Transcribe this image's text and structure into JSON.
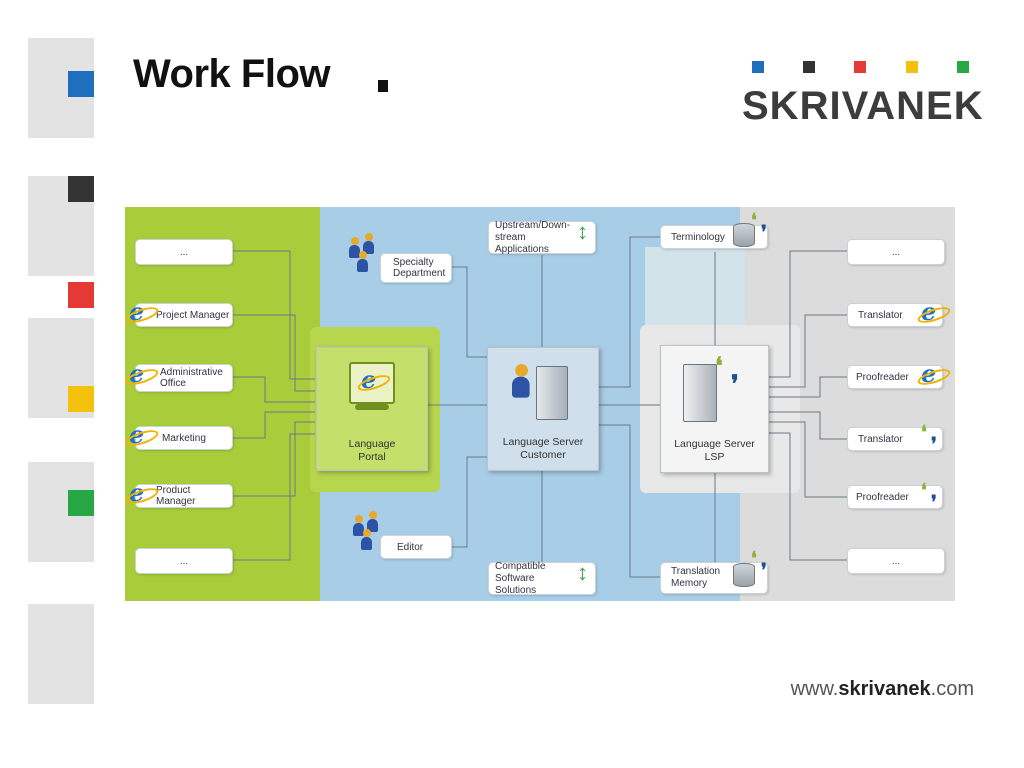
{
  "title": "Work Flow",
  "logo": {
    "text": "SKRIVANEK",
    "squares": [
      "#1f6fbf",
      "#333333",
      "#e53935",
      "#f4c20d",
      "#27a844"
    ]
  },
  "footer": {
    "prefix": "www.",
    "brand": "skrivanek",
    "suffix": ".com"
  },
  "sidebar_colors": [
    "#1f6fbf",
    "#333333",
    "#e53935",
    "#f4c20d",
    "#27a844"
  ],
  "diagram": {
    "left_items": [
      "...",
      "Project Manager",
      "Administrative Office",
      "Marketing",
      "Product Manager",
      "..."
    ],
    "right_items": [
      "...",
      "Translator",
      "Proofreader",
      "Translator",
      "Proofreader",
      "..."
    ],
    "hubs": {
      "portal": "Language Portal",
      "customer": "Language Server Customer",
      "lsp": "Language Server LSP"
    },
    "top": {
      "specialty": "Specialty Department",
      "upstream": "Upstream/Down-stream Applications",
      "terminology": "Terminology"
    },
    "bottom": {
      "editor": "Editor",
      "compatible": "Compatible Software Solutions",
      "memory": "Translation Memory"
    },
    "icons": [
      "ie-icon",
      "people-icon",
      "server-icon",
      "database-icon",
      "quote-icon",
      "sync-arrows-icon"
    ]
  }
}
